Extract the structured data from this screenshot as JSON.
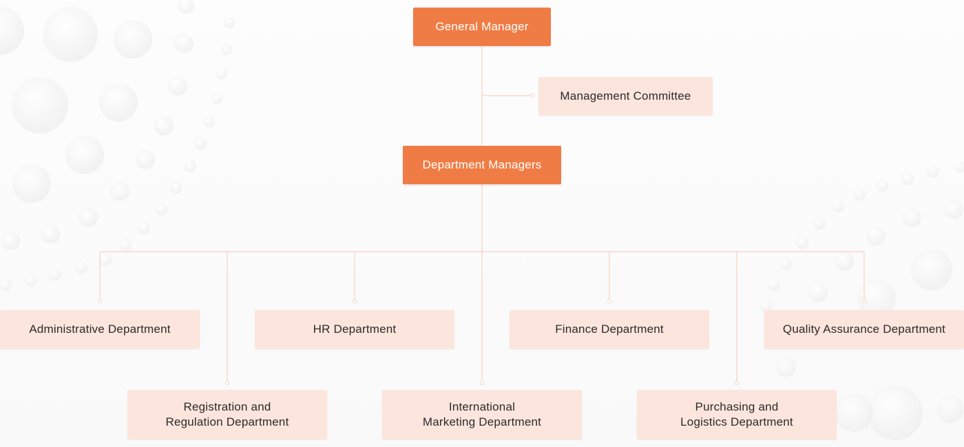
{
  "colors": {
    "primary": "#f07c45",
    "secondary": "#fce5dc",
    "connector": "#f6d2c2",
    "primary_text": "#ffffff",
    "secondary_text": "#2a2a2a"
  },
  "org_chart": {
    "top": {
      "label": "General Manager"
    },
    "committee": {
      "label": "Management Committee"
    },
    "managers": {
      "label": "Department Managers"
    },
    "departments_row1": [
      {
        "label": "Administrative Department"
      },
      {
        "label": "HR Department"
      },
      {
        "label": "Finance Department"
      },
      {
        "label": "Quality Assurance Department"
      }
    ],
    "departments_row2": [
      {
        "label": "Registration and\nRegulation Department"
      },
      {
        "label": "International\nMarketing Department"
      },
      {
        "label": "Purchasing and\nLogistics Department"
      }
    ]
  }
}
